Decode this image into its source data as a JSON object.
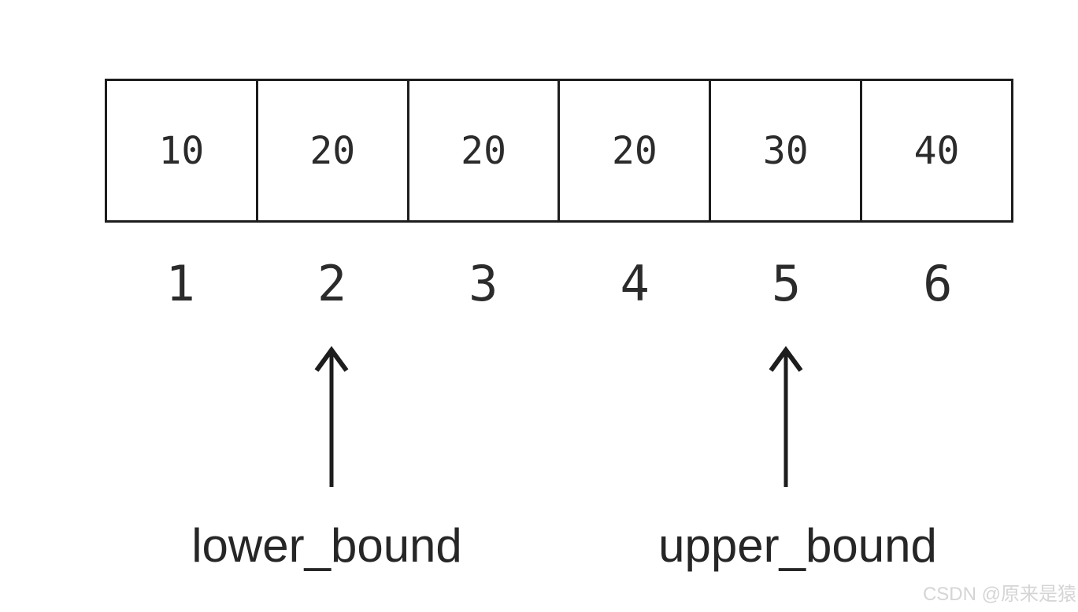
{
  "array": {
    "values": [
      "10",
      "20",
      "20",
      "20",
      "30",
      "40"
    ],
    "indices": [
      "1",
      "2",
      "3",
      "4",
      "5",
      "6"
    ]
  },
  "pointers": {
    "lower": {
      "label": "lower_bound",
      "points_to_index": "2"
    },
    "upper": {
      "label": "upper_bound",
      "points_to_index": "5"
    }
  },
  "watermark": {
    "text": "CSDN @原来是猿"
  },
  "colors": {
    "background": "#ffffff",
    "line": "#1d1d1d",
    "text": "#2b2b2b",
    "watermark-color": "#d5d5d5"
  }
}
